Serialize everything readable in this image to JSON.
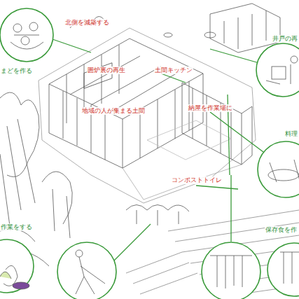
{
  "diagram": {
    "labels": [
      "北側を減築する",
      "囲炉裏の再生",
      "土間キッチン",
      "地域の人が集まる土間",
      "納屋を作業場に",
      "コンポストトイレ",
      "井戸の再",
      "まどを作る",
      "料理",
      "作業をする",
      "保存食を作"
    ]
  }
}
